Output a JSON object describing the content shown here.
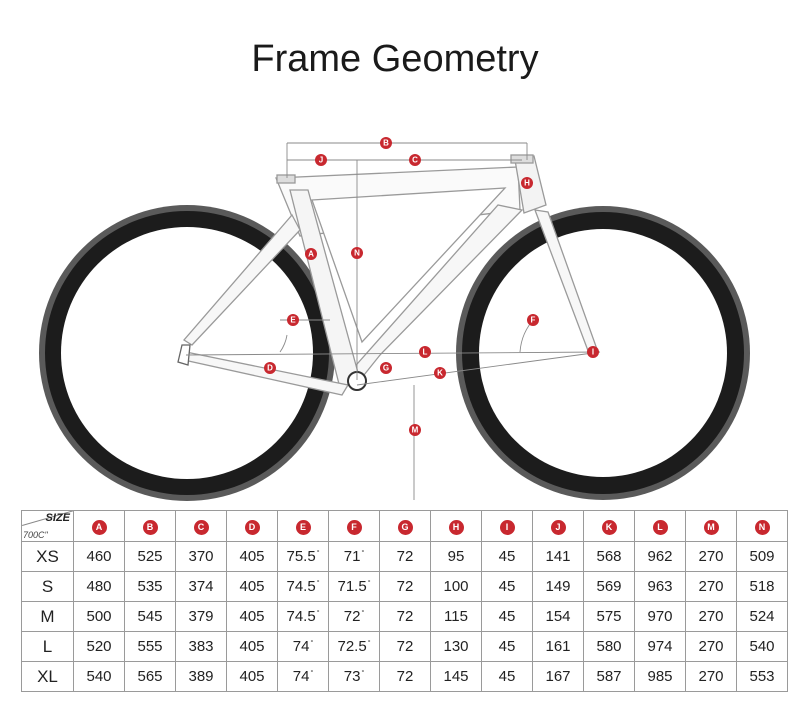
{
  "title": "Frame Geometry",
  "diagram": {
    "labels": [
      "A",
      "B",
      "C",
      "D",
      "E",
      "F",
      "G",
      "H",
      "I",
      "J",
      "K",
      "L",
      "M",
      "N"
    ],
    "accent_color": "#c8282f"
  },
  "table": {
    "corner_size": "SIZE",
    "corner_wheel": "700C\"",
    "columns": [
      "A",
      "B",
      "C",
      "D",
      "E",
      "F",
      "G",
      "H",
      "I",
      "J",
      "K",
      "L",
      "M",
      "N"
    ],
    "rows": [
      {
        "size": "XS",
        "values": [
          "460",
          "525",
          "370",
          "405",
          "75.5",
          "71",
          "72",
          "95",
          "45",
          "141",
          "568",
          "962",
          "270",
          "509"
        ]
      },
      {
        "size": "S",
        "values": [
          "480",
          "535",
          "374",
          "405",
          "74.5",
          "71.5",
          "72",
          "100",
          "45",
          "149",
          "569",
          "963",
          "270",
          "518"
        ]
      },
      {
        "size": "M",
        "values": [
          "500",
          "545",
          "379",
          "405",
          "74.5",
          "72",
          "72",
          "115",
          "45",
          "154",
          "575",
          "970",
          "270",
          "524"
        ]
      },
      {
        "size": "L",
        "values": [
          "520",
          "555",
          "383",
          "405",
          "74",
          "72.5",
          "72",
          "130",
          "45",
          "161",
          "580",
          "974",
          "270",
          "540"
        ]
      },
      {
        "size": "XL",
        "values": [
          "540",
          "565",
          "389",
          "405",
          "74",
          "73",
          "72",
          "145",
          "45",
          "167",
          "587",
          "985",
          "270",
          "553"
        ]
      }
    ],
    "degree_marker": "°",
    "degree_columns": [
      4,
      5
    ]
  }
}
